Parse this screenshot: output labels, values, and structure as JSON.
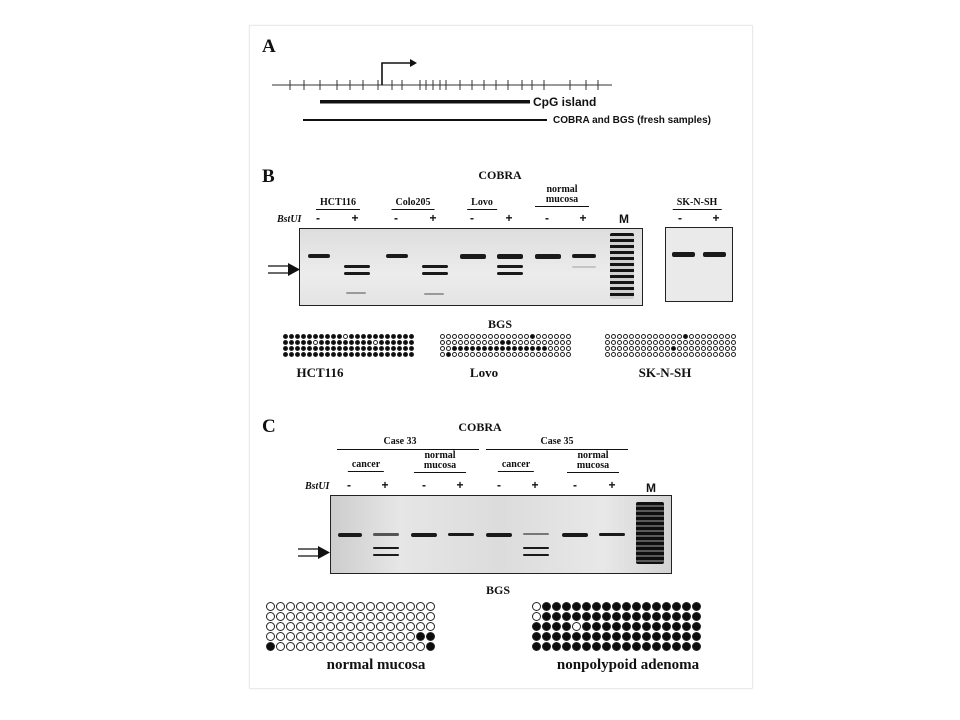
{
  "panel_a": {
    "letter": "A",
    "cpg_island_label": "CpG island",
    "cobra_bgs_label": "COBRA and BGS (fresh samples)"
  },
  "panel_b": {
    "letter": "B",
    "cobra_title": "COBRA",
    "enzyme": "BstUI",
    "samples": [
      "HCT116",
      "Colo205",
      "Lovo",
      "normal mucosa"
    ],
    "sknsh": "SK-N-SH",
    "marker": "M",
    "minus": "-",
    "plus": "+",
    "bgs_title": "BGS",
    "bgs_labels": [
      "HCT116",
      "Lovo",
      "SK-N-SH"
    ]
  },
  "panel_c": {
    "letter": "C",
    "cobra_title": "COBRA",
    "cases": [
      "Case 33",
      "Case 35"
    ],
    "subgroups": [
      "cancer",
      "normal mucosa",
      "cancer",
      "normal mucosa"
    ],
    "enzyme": "BstUI",
    "marker": "M",
    "minus": "-",
    "plus": "+",
    "bgs_title": "BGS",
    "bgs_labels": [
      "normal mucosa",
      "nonpolypoid adenoma"
    ]
  }
}
